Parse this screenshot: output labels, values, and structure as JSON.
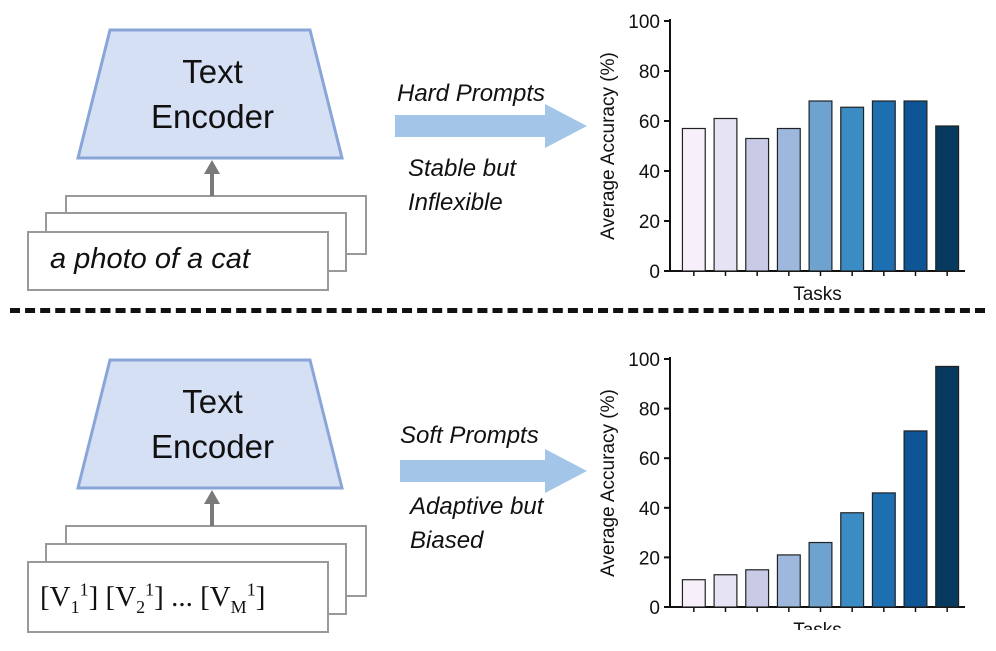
{
  "top": {
    "encoder_label_line1": "Text",
    "encoder_label_line2": "Encoder",
    "prompt_text": "a photo of a cat",
    "arrow_label": "Hard Prompts",
    "desc_line1": "Stable but",
    "desc_line2": "Inflexible"
  },
  "bottom": {
    "encoder_label_line1": "Text",
    "encoder_label_line2": "Encoder",
    "prompt_tokens": [
      "[V",
      "[V",
      "... [V"
    ],
    "prompt_token_subscripts": [
      "1",
      "2",
      "M"
    ],
    "prompt_token_superscripts": [
      "1",
      "1",
      "1"
    ],
    "arrow_label": "Soft Prompts",
    "desc_line1": "Adaptive but",
    "desc_line2": "Biased"
  },
  "colors": {
    "encoder_fill": "#d6e0f5",
    "encoder_stroke": "#8aa6d8",
    "arrow": "#a3c6e8",
    "bar_palette": [
      "#f7f0fa",
      "#e6e4f4",
      "#c9cbe6",
      "#9db8dc",
      "#6ea3cf",
      "#3b8cc4",
      "#1c6fb0",
      "#0e5596",
      "#063a5e"
    ]
  },
  "chart_data": [
    {
      "type": "bar",
      "title": "",
      "xlabel": "Tasks",
      "ylabel": "Average Accuracy (%)",
      "ylim": [
        0,
        100
      ],
      "yticks": [
        "0",
        "20",
        "40",
        "60",
        "80",
        "100"
      ],
      "values": [
        57,
        61,
        53,
        57,
        68,
        65.5,
        68,
        68,
        58
      ]
    },
    {
      "type": "bar",
      "title": "",
      "xlabel": "Tasks",
      "ylabel": "Average Accuracy (%)",
      "ylim": [
        0,
        100
      ],
      "yticks": [
        "0",
        "20",
        "40",
        "60",
        "80",
        "100"
      ],
      "values": [
        11,
        13,
        15,
        21,
        26,
        38,
        46,
        71,
        97
      ]
    }
  ]
}
